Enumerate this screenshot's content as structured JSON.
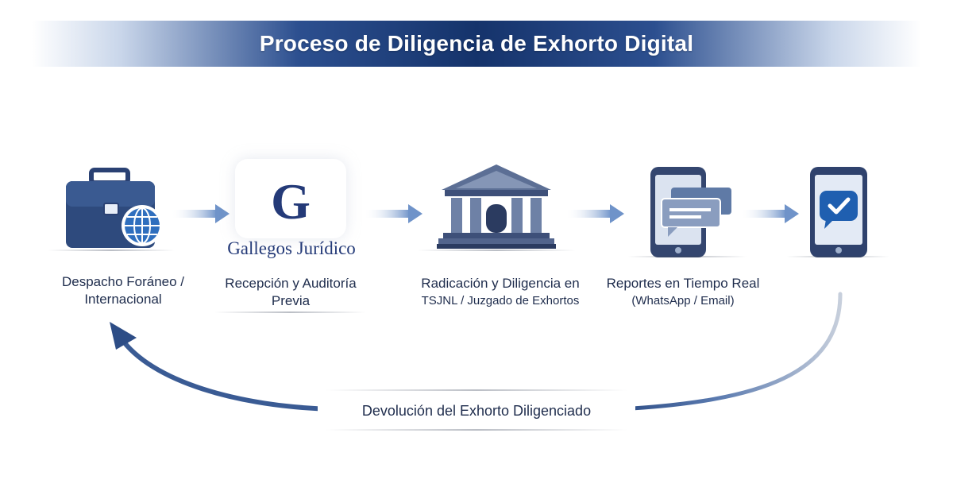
{
  "title": "Proceso de Diligencia de Exhorto Digital",
  "brand": {
    "logo_letter": "G",
    "name": "Gallegos Jurídico"
  },
  "steps": [
    {
      "icon": "briefcase-globe-icon",
      "label_line1": "Despacho Foráneo /",
      "label_line2": "Internacional"
    },
    {
      "icon": "gallegos-logo",
      "label_line1": "Recepción y Auditoría",
      "label_line2": "Previa"
    },
    {
      "icon": "courthouse-icon",
      "label_line1": "Radicación y Diligencia en",
      "label_line2": "TSJNL / Juzgado de Exhortos"
    },
    {
      "icon": "phone-chat-icon",
      "label_line1": "Reportes en Tiempo Real",
      "label_line2": "(WhatsApp / Email)"
    },
    {
      "icon": "phone-check-icon"
    }
  ],
  "return_flow": {
    "label": "Devolución del Exhorto Diligenciado"
  },
  "colors": {
    "navy": "#243a78",
    "steel": "#3d5a8a",
    "arrow": "#6f93c9",
    "text": "#1f2d4d"
  }
}
